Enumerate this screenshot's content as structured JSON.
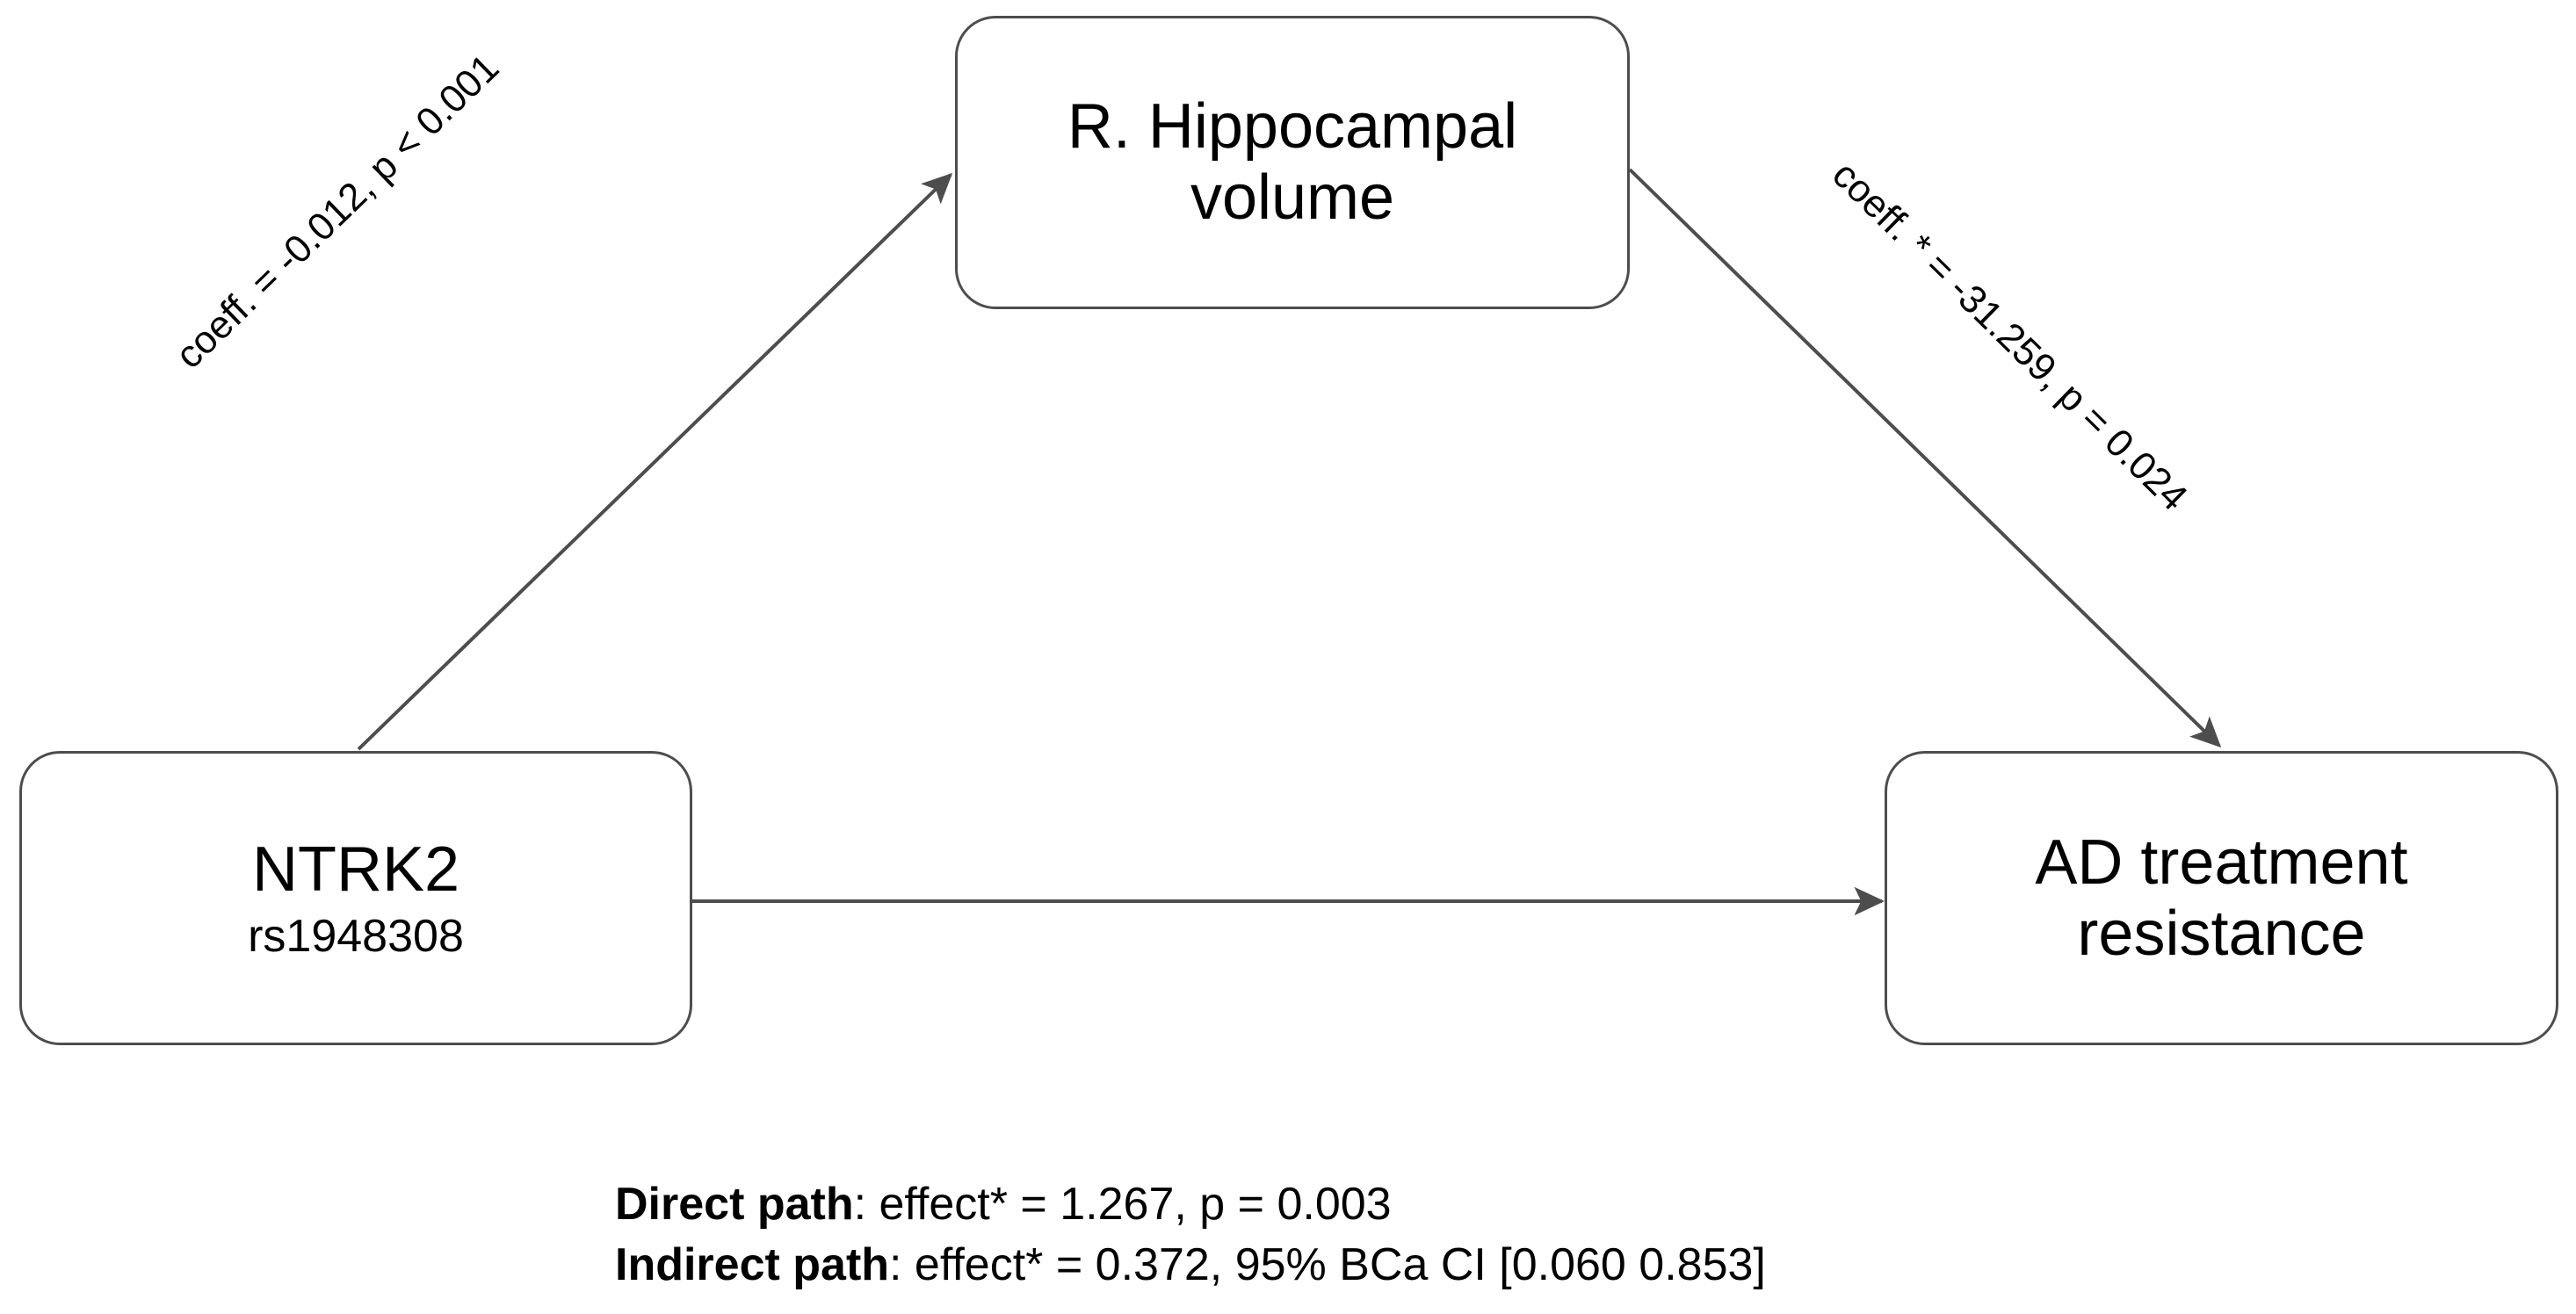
{
  "diagram": {
    "type": "mediation-path-diagram",
    "nodes": {
      "predictor": {
        "id": "NTRK2-rs1948308",
        "gene": "NTRK2",
        "snp": "rs1948308"
      },
      "mediator": {
        "id": "right-hippocampal-volume",
        "line1": "R. Hippocampal",
        "line2": "volume"
      },
      "outcome": {
        "id": "ad-treatment-resistance",
        "line1": "AD treatment",
        "line2": "resistance"
      }
    },
    "edges": {
      "a_path": {
        "from": "predictor",
        "to": "mediator",
        "label": "coeff. = -0.012, p < 0.001",
        "coefficient": -0.012,
        "p_value_text": "p < 0.001"
      },
      "b_path": {
        "from": "mediator",
        "to": "outcome",
        "label": "coeff. * = -31.259, p = 0.024",
        "coefficient": -31.259,
        "p_value_text": "p = 0.024"
      },
      "c_path": {
        "from": "predictor",
        "to": "outcome",
        "label": ""
      }
    },
    "colors": {
      "stroke": "#4d4d4d",
      "text": "#000000",
      "background": "#ffffff"
    }
  },
  "caption": {
    "direct": {
      "lead": "Direct path",
      "rest": ": effect* = 1.267, p = 0.003",
      "effect": 1.267,
      "p_value": 0.003
    },
    "indirect": {
      "lead": "Indirect path",
      "rest": ": effect* = 0.372, 95% BCa CI [0.060 0.853]",
      "effect": 0.372,
      "ci_level": "95% BCa CI",
      "ci_lower": 0.06,
      "ci_upper": 0.853
    }
  }
}
